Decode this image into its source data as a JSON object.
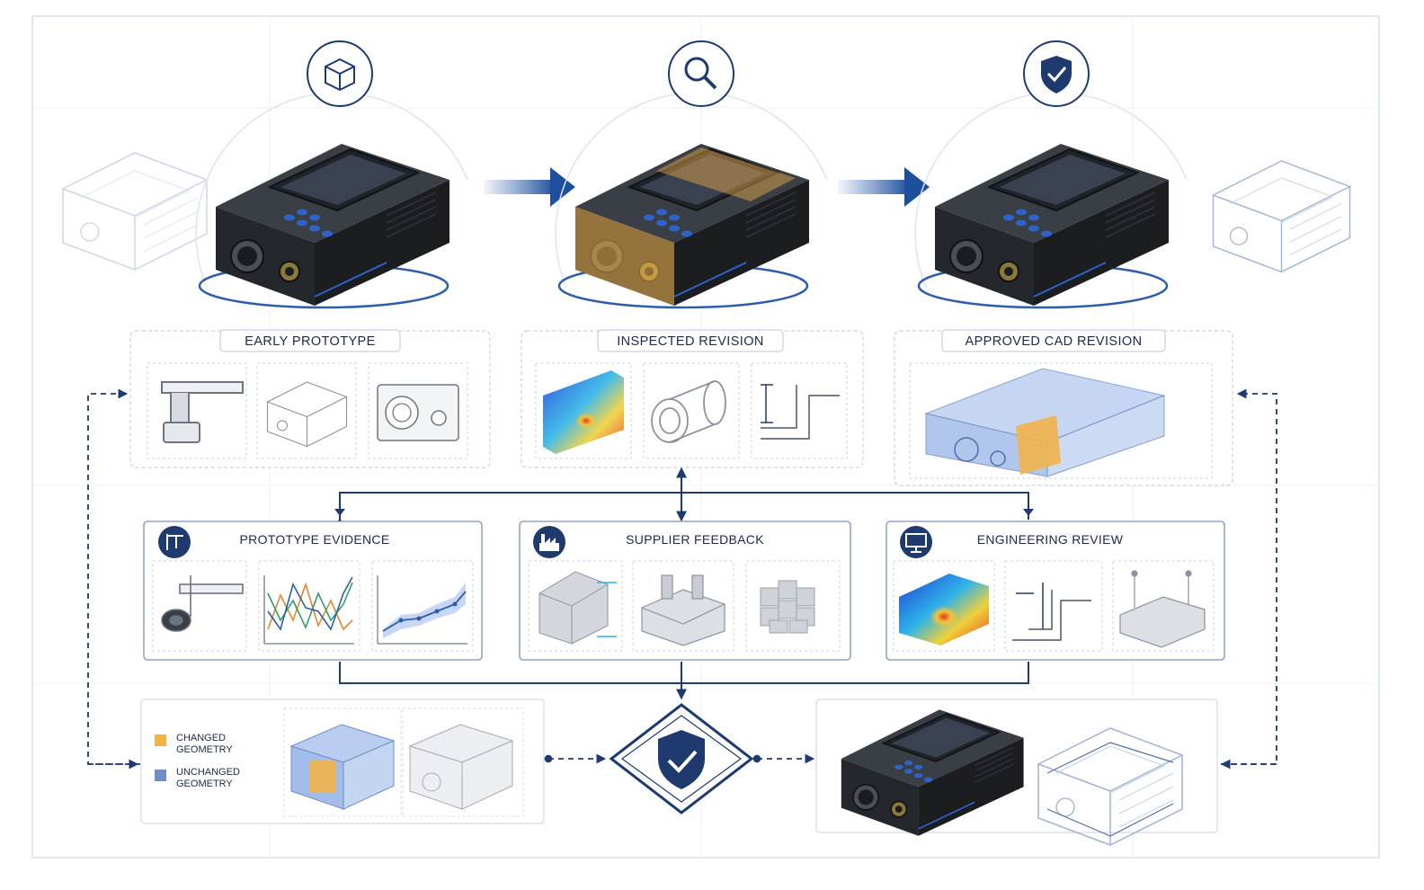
{
  "stages": [
    {
      "id": "early",
      "title": "EARLY PROTOTYPE",
      "icon": "cube-icon"
    },
    {
      "id": "inspected",
      "title": "INSPECTED REVISION",
      "icon": "magnifier-icon"
    },
    {
      "id": "approved",
      "title": "APPROVED CAD REVISION",
      "icon": "shield-check-icon"
    }
  ],
  "panels": [
    {
      "id": "prototype-evidence",
      "title": "PROTOTYPE EVIDENCE",
      "icon": "caliper-icon"
    },
    {
      "id": "supplier-feedback",
      "title": "SUPPLIER FEEDBACK",
      "icon": "factory-icon"
    },
    {
      "id": "engineering-review",
      "title": "ENGINEERING REVIEW",
      "icon": "monitor-icon"
    }
  ],
  "legend": [
    {
      "label_line1": "CHANGED",
      "label_line2": "GEOMETRY",
      "color": "#f2b24a"
    },
    {
      "label_line1": "UNCHANGED",
      "label_line2": "GEOMETRY",
      "color": "#6f8fc4"
    }
  ],
  "colors": {
    "navy": "#1e3a6e",
    "accent_blue": "#2f5ea8",
    "device_body": "#2c3036",
    "changed": "#f2b24a",
    "unchanged": "#6f8fc4",
    "wire": "#9fb3d6",
    "dash": "#9aa9c3"
  }
}
